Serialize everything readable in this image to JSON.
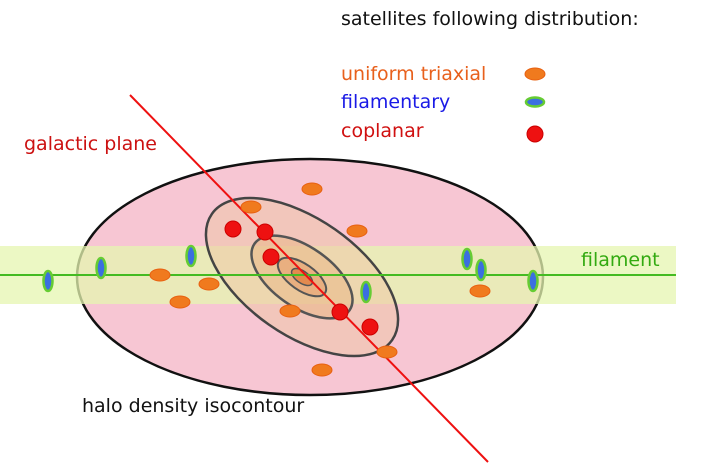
{
  "legend": {
    "title": "satellites following distribution:",
    "items": [
      {
        "label": "uniform triaxial",
        "color": "#e8601c",
        "marker": "orange-ellipse"
      },
      {
        "label": "filamentary",
        "color": "#1a1ae6",
        "marker": "blue-ellipse"
      },
      {
        "label": "coplanar",
        "color": "#d01010",
        "marker": "red-circle"
      }
    ]
  },
  "labels": {
    "galactic_plane": "galactic plane",
    "filament": "filament",
    "halo": "halo density isocontour"
  },
  "colors": {
    "halo_fill": "#f7c6d3",
    "filament_band": "#e6f5b0",
    "filament_line": "#44bb22",
    "plane_line": "#ee1111",
    "plane_label": "#cc1111",
    "filament_label": "#33aa11",
    "contour_stroke": "#222222",
    "inner_contour_fill": "#e9c49a",
    "orange_satellite": "#f07a1e",
    "blue_satellite": "#3b6fe0",
    "green_outline": "#66cc33",
    "red_satellite": "#ee1111"
  }
}
